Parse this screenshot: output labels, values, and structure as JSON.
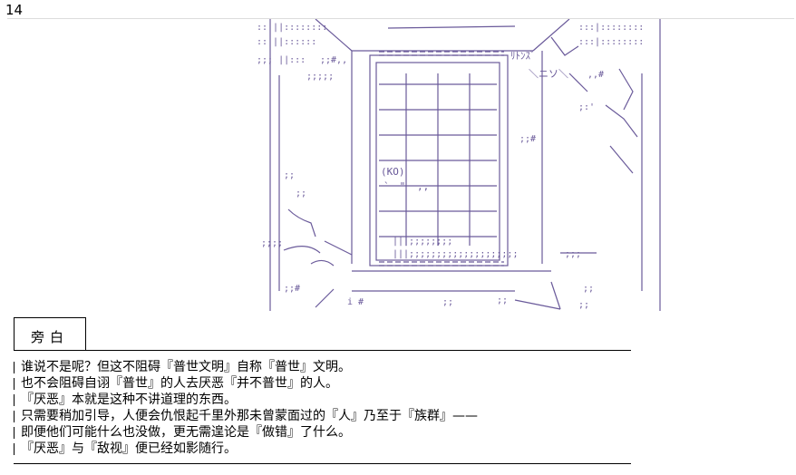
{
  "page_number": "14",
  "art": {
    "sign_text": "ﾘﾄﾝｽﾞ",
    "face_text": "(KO)"
  },
  "narration": {
    "tab_label": "旁白",
    "lines": [
      "谁说不是呢？但这不阻碍『普世文明』自称『普世』文明。",
      "也不会阻碍自诩『普世』的人去厌恶『并不普世』的人。",
      "『厌恶』本就是这种不讲道理的东西。",
      "只需要稍加引导，人便会仇恨起千里外那未曾蒙面过的『人』乃至于『族群』——",
      "即便他们可能什么也没做，更无需遑论是『做错』了什么。",
      "『厌恶』与『敌视』便已经如影随行。"
    ]
  }
}
